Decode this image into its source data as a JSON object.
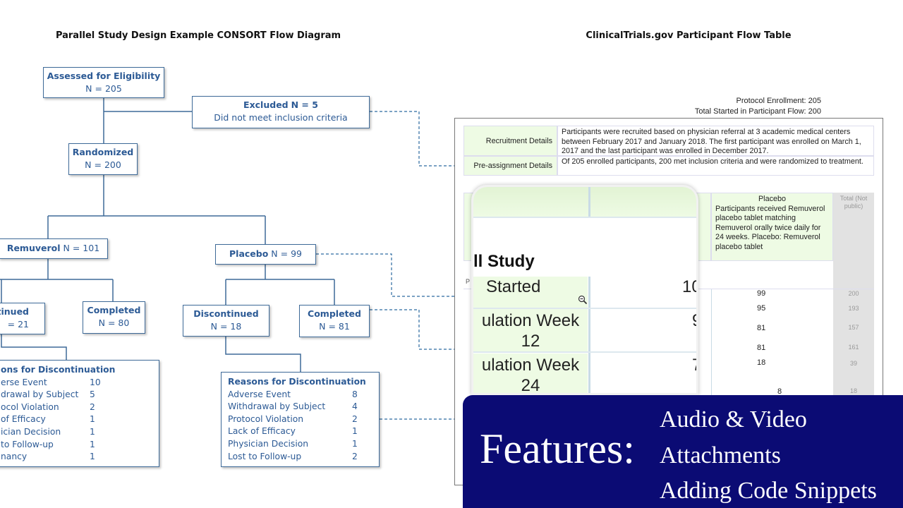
{
  "left_title": "Parallel Study Design Example CONSORT Flow Diagram",
  "right_title": "ClinicalTrials.gov Participant Flow Table",
  "flow": {
    "assessed": {
      "label": "Assessed for Eligibility",
      "n": "N = 205"
    },
    "excluded": {
      "label": "Excluded",
      "n": "N = 5",
      "reason": "Did not meet inclusion criteria"
    },
    "randomized": {
      "label": "Randomized",
      "n": "N = 200"
    },
    "arm1": {
      "label": "Remuverol",
      "n": "N = 101"
    },
    "arm2": {
      "label": "Placebo",
      "n": "N = 99"
    },
    "arm1_discontinued": {
      "label": "ntinued",
      "n": "= 21"
    },
    "arm1_completed": {
      "label": "Completed",
      "n": "N = 80"
    },
    "arm2_discontinued": {
      "label": "Discontinued",
      "n": "N = 18"
    },
    "arm2_completed": {
      "label": "Completed",
      "n": "N = 81"
    },
    "arm1_reasons": {
      "title": "ons for Discontinuation",
      "items": [
        {
          "label": "erse Event",
          "n": "10"
        },
        {
          "label": "drawal by Subject",
          "n": "5"
        },
        {
          "label": "ocol Violation",
          "n": "2"
        },
        {
          "label": "of Efficacy",
          "n": "1"
        },
        {
          "label": "ician Decision",
          "n": "1"
        },
        {
          "label": "to Follow-up",
          "n": "1"
        },
        {
          "label": "nancy",
          "n": "1"
        }
      ]
    },
    "arm2_reasons": {
      "title": "Reasons for Discontinuation",
      "items": [
        {
          "label": "Adverse Event",
          "n": "8"
        },
        {
          "label": "Withdrawal by Subject",
          "n": "4"
        },
        {
          "label": "Protocol Violation",
          "n": "2"
        },
        {
          "label": "Lack of Efficacy",
          "n": "1"
        },
        {
          "label": "Physician Decision",
          "n": "1"
        },
        {
          "label": "Lost to Follow-up",
          "n": "2"
        }
      ]
    }
  },
  "table": {
    "protocol_enrollment": "Protocol Enrollment: 205",
    "total_started": "Total Started in Participant Flow: 200",
    "recruitment_label": "Recruitment Details",
    "recruitment_text": "Participants were recruited based on physician referral at 3 academic medical centers between February 2017 and January 2018. The first participant was enrolled on March 1, 2017 and the last participant was enrolled in December 2017.",
    "preassignment_label": "Pre-assignment Details",
    "preassignment_text": "Of 205 enrolled participants, 200 met inclusion criteria and were randomized to treatment.",
    "placebo_header": "Placebo",
    "placebo_desc": "Participants received Remuverol placebo tablet matching Remuverol orally twice daily for 24 weeks. Placebo: Remuverol placebo tablet",
    "total_header": "Total (Not public)",
    "p_fragment": "P",
    "placebo_values": [
      "99",
      "95",
      "81",
      "81",
      "18",
      "8"
    ],
    "total_values": [
      "200",
      "193",
      "157",
      "161",
      "39",
      "18"
    ]
  },
  "magnifier": {
    "heading": "ll Study",
    "rows": [
      {
        "label": "Started",
        "value": "10"
      },
      {
        "label": "ulation Week 12",
        "value": "9"
      },
      {
        "label": "ulation Week 24",
        "value": "7"
      }
    ]
  },
  "banner": {
    "title": "Features:",
    "items": [
      "Audio & Video",
      "Attachments",
      "Adding Code Snippets"
    ],
    "background": "#0b0b74"
  }
}
